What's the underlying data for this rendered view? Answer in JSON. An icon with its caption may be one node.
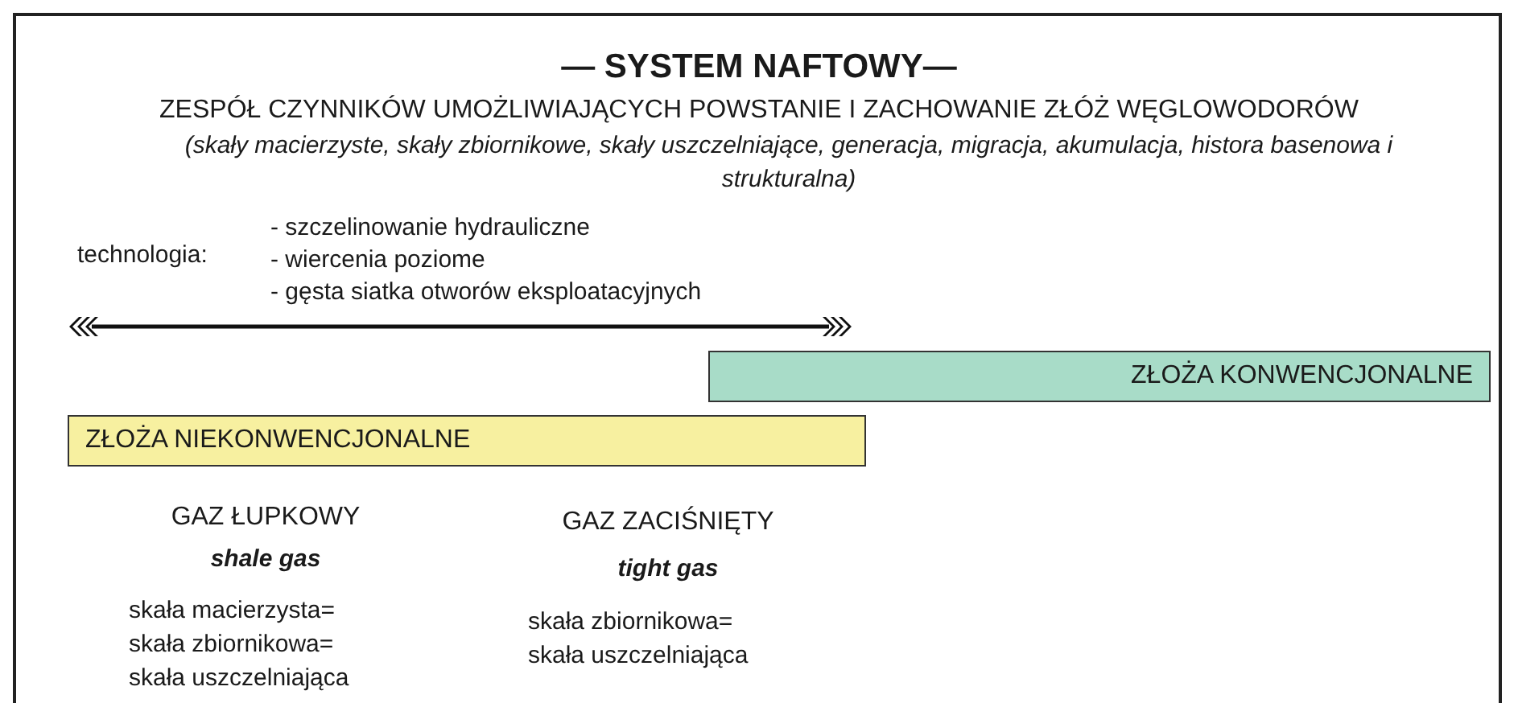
{
  "diagram": {
    "title": "— SYSTEM NAFTOWY—",
    "nodes": [
      {
        "text": [
          "ZŁOŻA KONWENCJONALNE"
        ]
      },
      {
        "text": [
          "ZŁOŻA NIEKONWENCJONALNE"
        ]
      }
    ],
    "labels": [
      "ZESPÓŁ CZYNNIKÓW UMOŻLIWIAJĄCYCH POWSTANIE I ZACHOWANIE ZŁÓŻ WĘGLOWODORÓW",
      "(skały macierzyste, skały zbiornikowe, skały uszczelniające, generacja, migracja, akumulacja, histora basenowa i strukturalna)",
      "technologia:",
      "- szczelinowanie hydrauliczne",
      "- wiercenia poziome",
      "- gęsta siatka otworów eksploatacyjnych",
      "GAZ ŁUPKOWY",
      "shale gas",
      "skała macierzysta= skała zbiornikowa= skała uszczelniająca",
      "GAZ ZACIŚNIĘTY",
      "tight gas",
      "skała zbiornikowa= skała uszczelniająca"
    ]
  }
}
